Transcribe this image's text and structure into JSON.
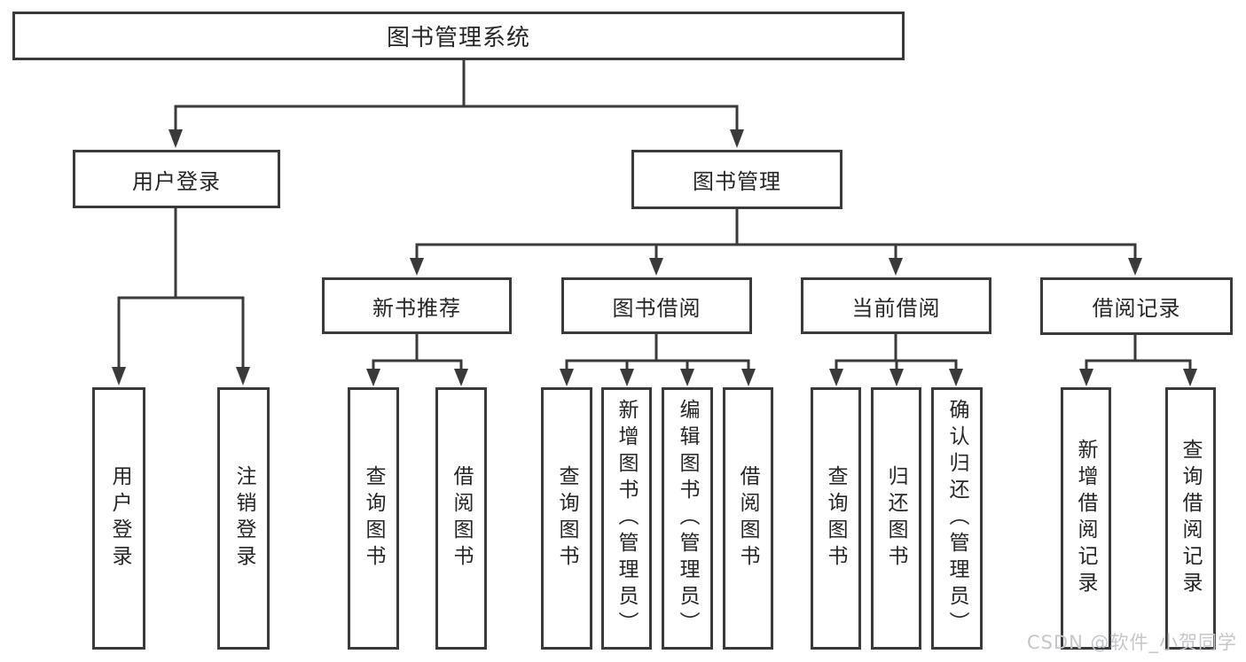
{
  "diagram": {
    "root": "图书管理系统",
    "branches": {
      "user_login": "用户登录",
      "book_mgmt": "图书管理"
    },
    "sections": {
      "new_books": "新书推荐",
      "borrowing": "图书借阅",
      "current": "当前借阅",
      "records": "借阅记录"
    },
    "leaves": {
      "login": "用户登录",
      "logout": "注销登录",
      "nb_query": "查询图书",
      "nb_borrow": "借阅图书",
      "bw_query": "查询图书",
      "bw_add": "新增图书（管理员）",
      "bw_edit": "编辑图书（管理员）",
      "bw_borrow": "借阅图书",
      "cu_query": "查询图书",
      "cu_return": "归还图书",
      "cu_confirm": "确认归还（管理员）",
      "rc_add": "新增借阅记录",
      "rc_query": "查询借阅记录"
    }
  },
  "watermark": "CSDN @软件_小贺同学",
  "colors": {
    "line": "#3a3a3a",
    "text": "#262626",
    "watermark": "#c3c6cd",
    "background": "#ffffff"
  }
}
